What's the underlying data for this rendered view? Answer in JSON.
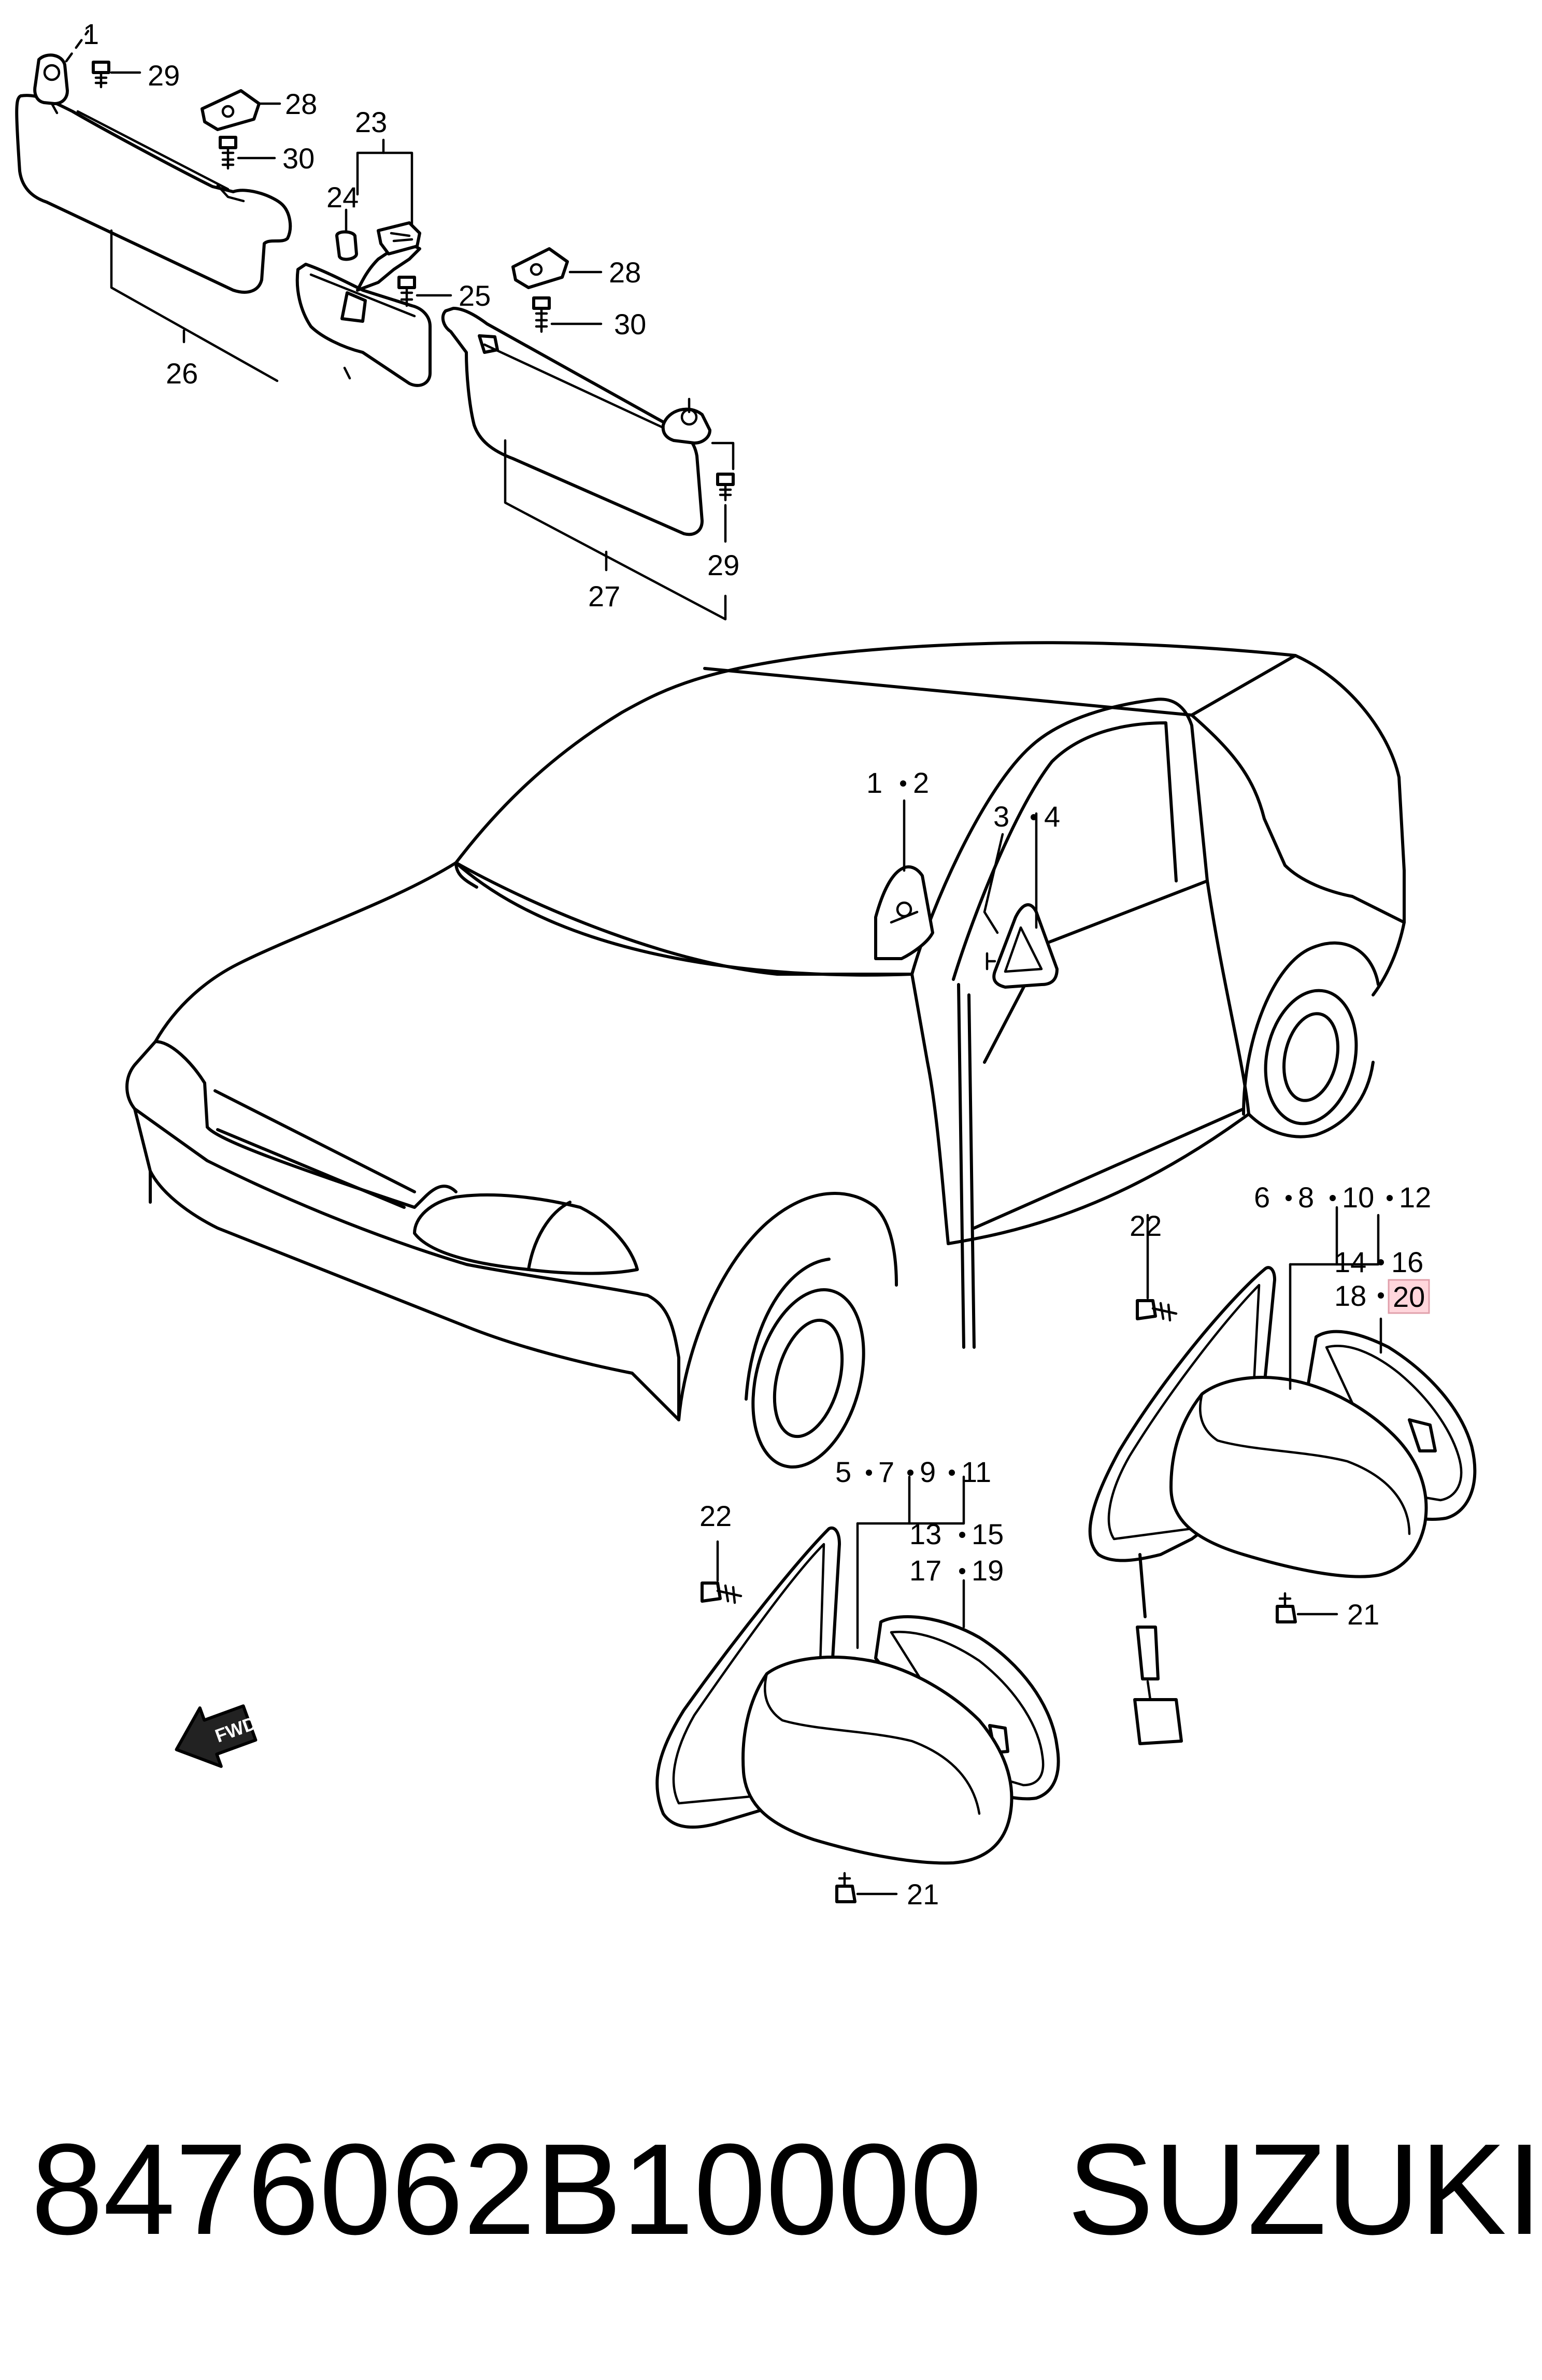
{
  "diagram": {
    "callouts": {
      "c29a": "29",
      "c28a": "28",
      "c30a": "30",
      "c23": "23",
      "c24": "24",
      "c25": "25",
      "c26": "26",
      "c28b": "28",
      "c30b": "30",
      "c29b": "29",
      "c27": "27",
      "c1": "1",
      "c2": "2",
      "c3": "3",
      "c4": "4",
      "c6": "6",
      "c8": "8",
      "c10": "10",
      "c12": "12",
      "c14": "14",
      "c16": "16",
      "c18": "18",
      "c20": "20",
      "c22a": "22",
      "c21a": "21",
      "c5": "5",
      "c7": "7",
      "c9": "9",
      "c11": "11",
      "c13": "13",
      "c15": "15",
      "c17": "17",
      "c19": "19",
      "c22b": "22",
      "c21b": "21",
      "c1top": "1"
    },
    "fwd_label": "FWD",
    "highlighted_callout": "20",
    "highlight_color": "#ffd6dc"
  },
  "caption": {
    "part_number": "8476062B10000",
    "brand": "SUZUKI"
  }
}
